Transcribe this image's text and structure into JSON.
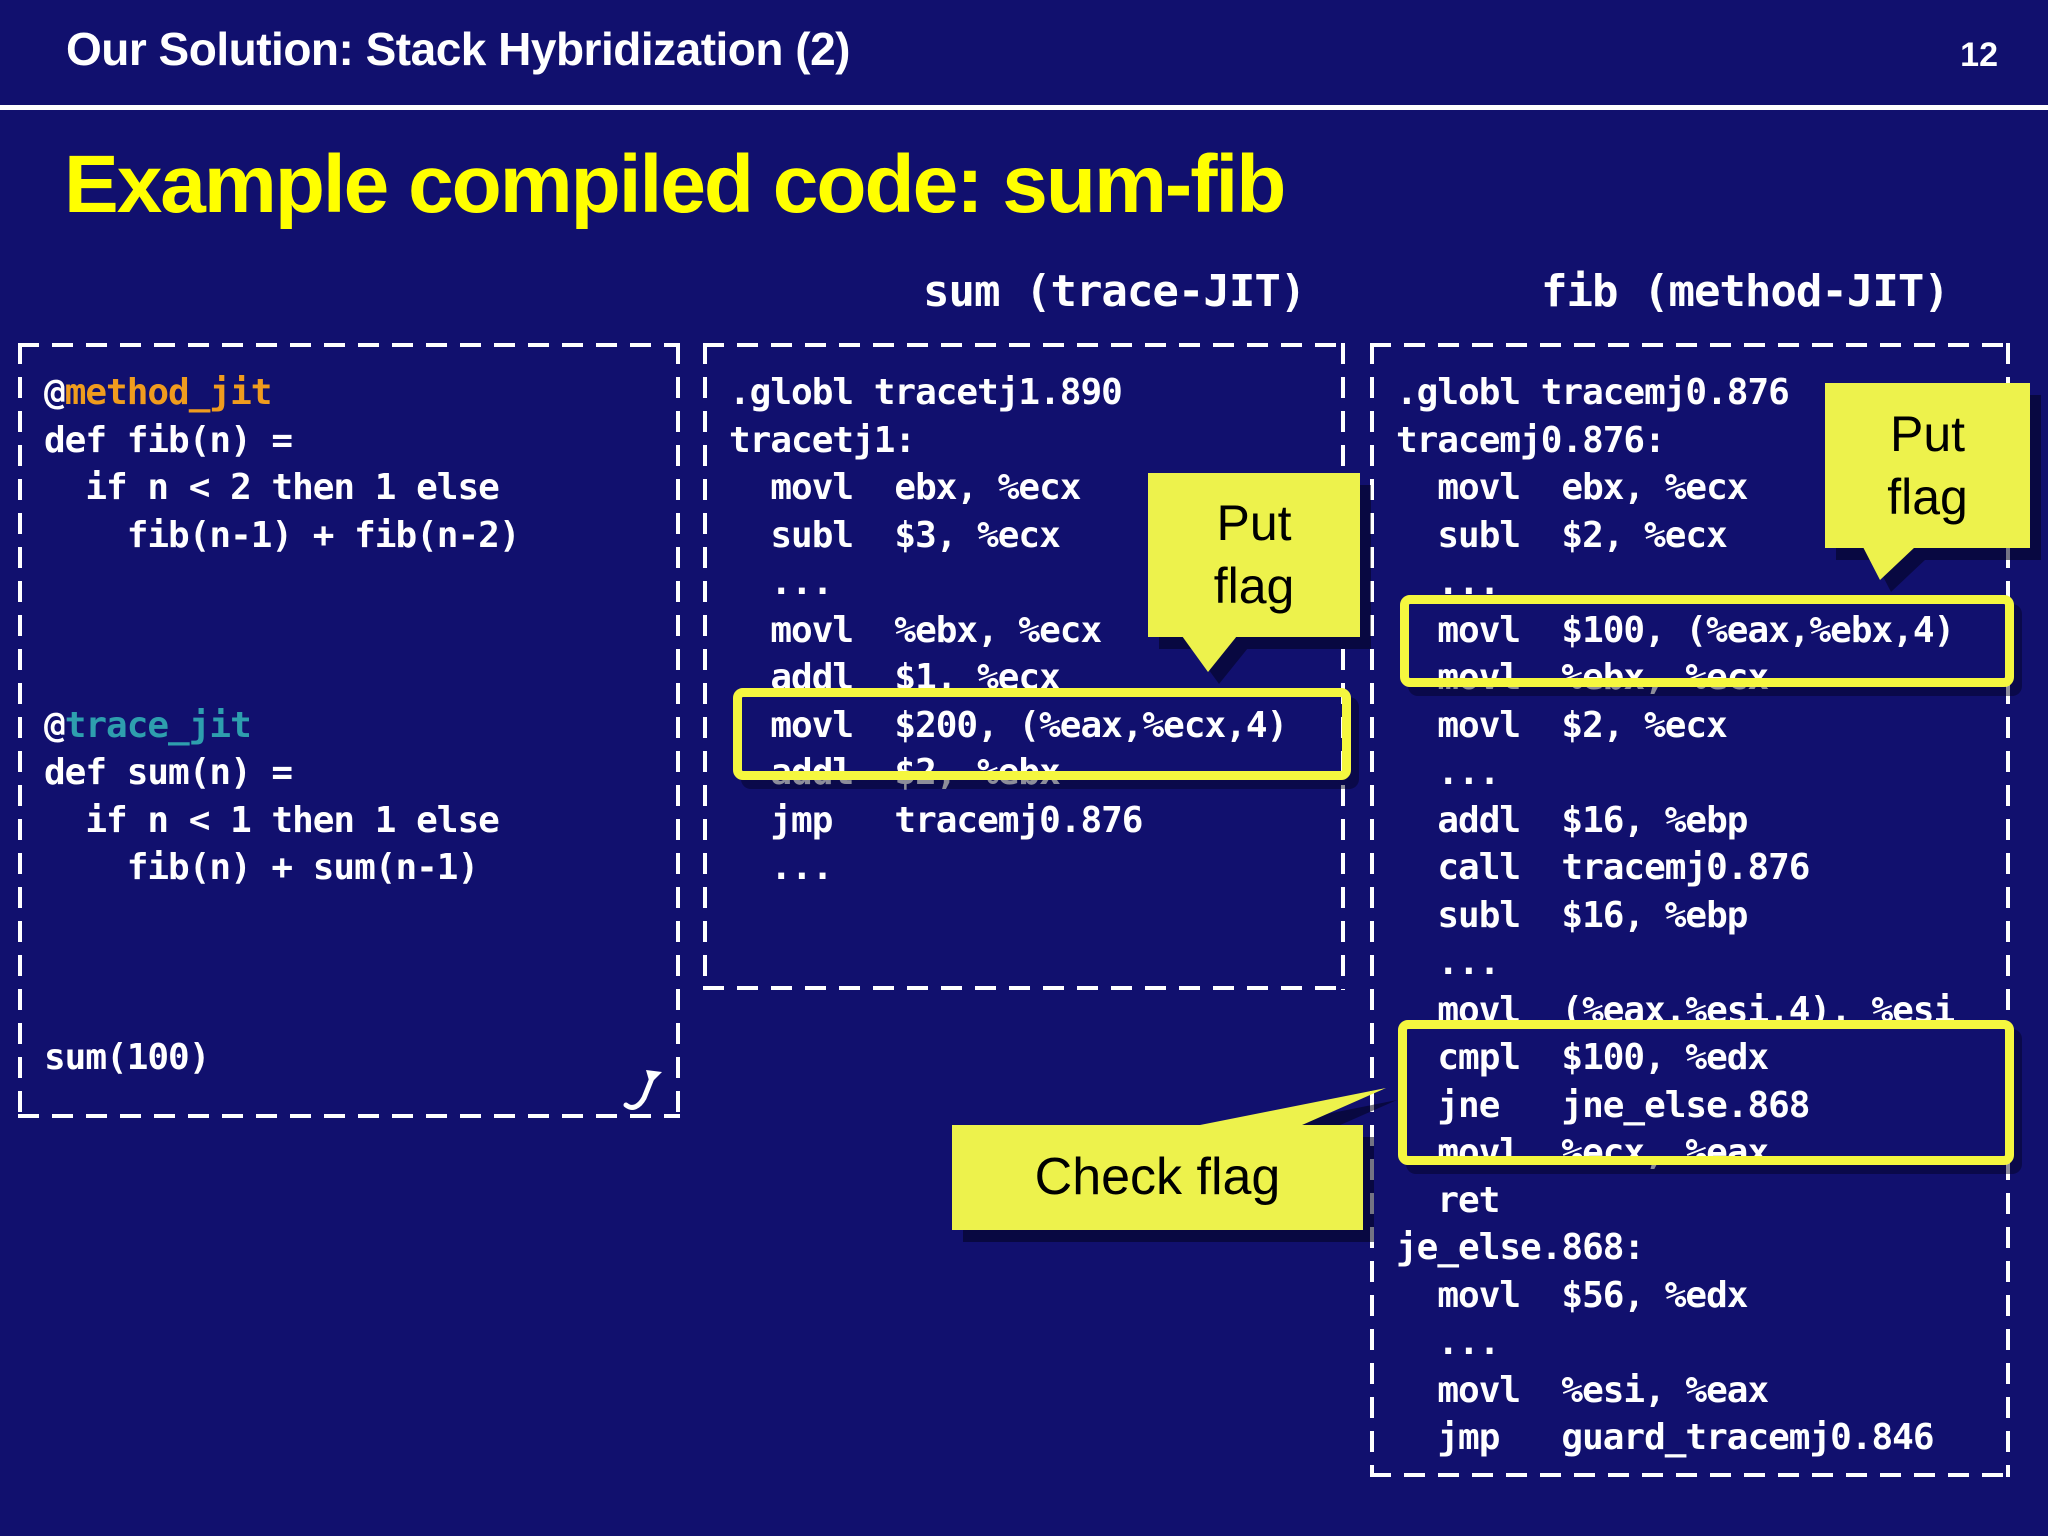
{
  "slide": {
    "title": "Our Solution: Stack Hybridization (2)",
    "page_number": "12",
    "heading": "Example compiled code: sum-fib"
  },
  "columns": {
    "sum_label": "sum (trace-JIT)",
    "fib_label": "fib (method-JIT)"
  },
  "colors": {
    "background": "#11106e",
    "heading_yellow": "#ffff00",
    "callout_yellow": "#edf24c",
    "highlight_yellow": "#f5f73f",
    "white": "#ffffff",
    "orange": "#f09c1e",
    "teal": "#2e9fae",
    "text_black": "#000000"
  },
  "source_code": {
    "lines": [
      [
        {
          "t": "@"
        },
        {
          "t": "method_jit",
          "c": "orange"
        }
      ],
      [
        {
          "t": "def fib(n) ="
        }
      ],
      [
        {
          "t": "  if n < 2 then 1 else"
        }
      ],
      [
        {
          "t": "    fib(n-1) + fib(n-2)"
        }
      ],
      [],
      [],
      [],
      [
        {
          "t": "@"
        },
        {
          "t": "trace_jit",
          "c": "teal"
        }
      ],
      [
        {
          "t": "def sum(n) ="
        }
      ],
      [
        {
          "t": "  if n < 1 then 1 else"
        }
      ],
      [
        {
          "t": "    fib(n) + sum(n-1)"
        }
      ],
      [],
      [],
      [],
      [
        {
          "t": "sum(100)"
        }
      ]
    ]
  },
  "trace_jit_code": {
    "lines": [
      ".globl tracetj1.890",
      "tracetj1:",
      "  movl  ebx, %ecx",
      "  subl  $3, %ecx",
      "  ...",
      "  movl  %ebx, %ecx",
      "  addl  $1, %ecx",
      "  movl  $200, (%eax,%ecx,4)",
      "  addl  $2, %ebx",
      "  jmp   tracemj0.876",
      "  ..."
    ]
  },
  "method_jit_code": {
    "lines": [
      ".globl tracemj0.876",
      "tracemj0.876:",
      "  movl  ebx, %ecx",
      "  subl  $2, %ecx",
      "  ...",
      "  movl  $100, (%eax,%ebx,4)",
      "  movl  %ebx, %ecx",
      "  movl  $2, %ecx",
      "  ...",
      "  addl  $16, %ebp",
      "  call  tracemj0.876",
      "  subl  $16, %ebp",
      "  ...",
      "  movl  (%eax,%esi,4), %esi",
      "  cmpl  $100, %edx",
      "  jne   jne_else.868",
      "  movl  %ecx, %eax",
      "  ret",
      "je_else.868:",
      "  movl  $56, %edx",
      "  ...",
      "  movl  %esi, %eax",
      "  jmp   guard_tracemj0.846"
    ]
  },
  "callouts": {
    "put_flag_1_line1": "Put",
    "put_flag_1_line2": "flag",
    "put_flag_2_line1": "Put",
    "put_flag_2_line2": "flag",
    "check_flag": "Check flag"
  }
}
